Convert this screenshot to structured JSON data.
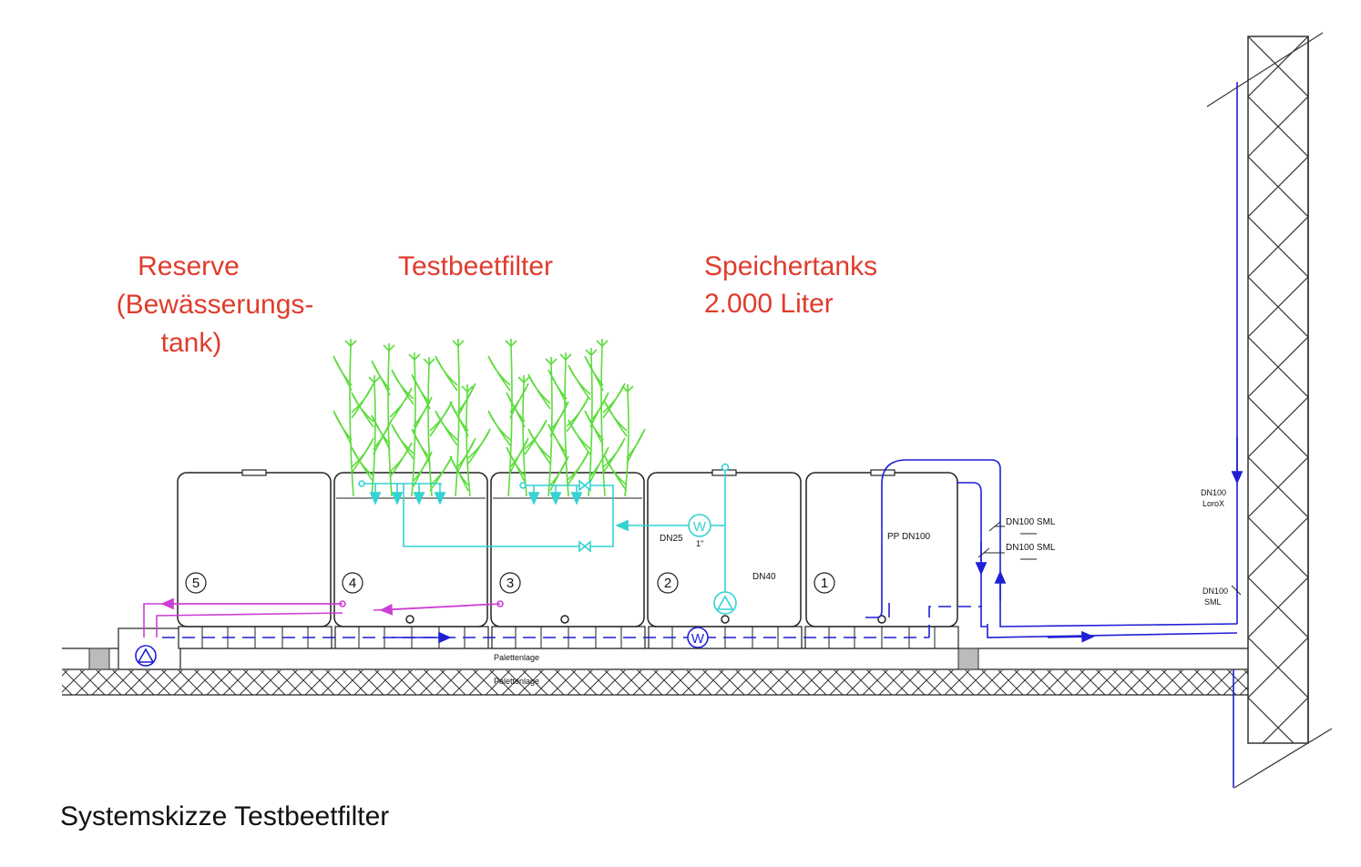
{
  "labels": {
    "reserve_line1": "Reserve",
    "reserve_line2": "(Bewässerungs-",
    "reserve_line3": "tank)",
    "testbeet": "Testbeetfilter",
    "speicher_line1": "Speichertanks",
    "speicher_line2": "2.000 Liter"
  },
  "tank_numbers": [
    "5",
    "4",
    "3",
    "2",
    "1"
  ],
  "annotations": {
    "dn25": "DN25",
    "one_inch": "1\"",
    "dn40": "DN40",
    "pp_dn100": "PP DN100",
    "dn100_sml_a": "DN100 SML",
    "dn100_sml_b": "DN100 SML",
    "dn100_lorox_1": "DN100",
    "dn100_lorox_2": "LoroX",
    "dn100_sml_wall_1": "DN100",
    "dn100_sml_wall_2": "SML",
    "palettenlage_1": "Palettenlage",
    "palettenlage_2": "Palettenlage"
  },
  "symbols": {
    "water_meter": "W"
  },
  "caption": "Systemskizze Testbeetfilter",
  "colors": {
    "label_red": "#e03c2d",
    "pipe_blue": "#1f1fd6",
    "pipe_cyan": "#35d2d2",
    "pipe_magenta": "#cc3fd4",
    "plant_green": "#5cdc3c",
    "line_dark": "#222222"
  }
}
